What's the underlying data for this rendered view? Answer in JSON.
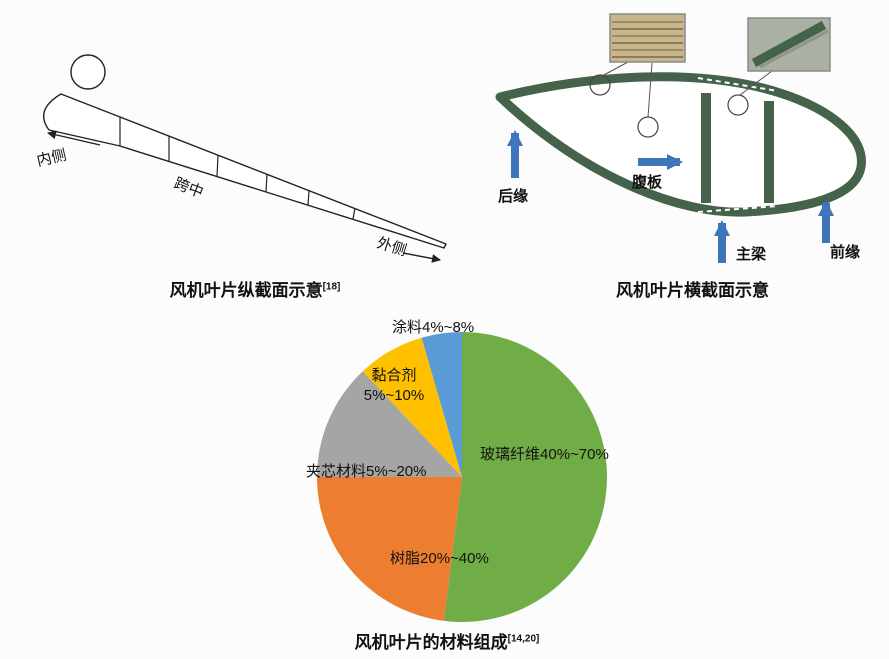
{
  "longitudinal_figure": {
    "caption": "风机叶片纵截面示意",
    "caption_ref": "[18]",
    "label_inner": "内侧",
    "label_mid": "跨中",
    "label_outer": "外侧"
  },
  "cross_section_figure": {
    "caption": "风机叶片横截面示意",
    "label_trailing_edge": "后缘",
    "label_web": "腹板",
    "label_main_spar": "主梁",
    "label_leading_edge": "前缘",
    "arrow_color": "#3f76bb",
    "shell_color": "#45624a"
  },
  "chart_data": {
    "type": "pie",
    "title": "风机叶片的材料组成",
    "title_ref": "[14,20]",
    "direction": "clockwise",
    "start_angle": "12 o'clock",
    "legend": "none",
    "slices": [
      {
        "name": "玻璃纤维",
        "pct": "40%~70%",
        "value": 52,
        "color": "#70ad47"
      },
      {
        "name": "树脂",
        "pct": "20%~40%",
        "value": 23,
        "color": "#ed7d31"
      },
      {
        "name": "夹芯材料",
        "pct": "5%~20%",
        "value": 13,
        "color": "#a5a5a5"
      },
      {
        "name": "黏合剂",
        "pct": "5%~10%",
        "value": 7.5,
        "color": "#ffc000"
      },
      {
        "name": "涂料",
        "pct": "4%~8%",
        "value": 4.5,
        "color": "#5b9bd5"
      }
    ]
  }
}
